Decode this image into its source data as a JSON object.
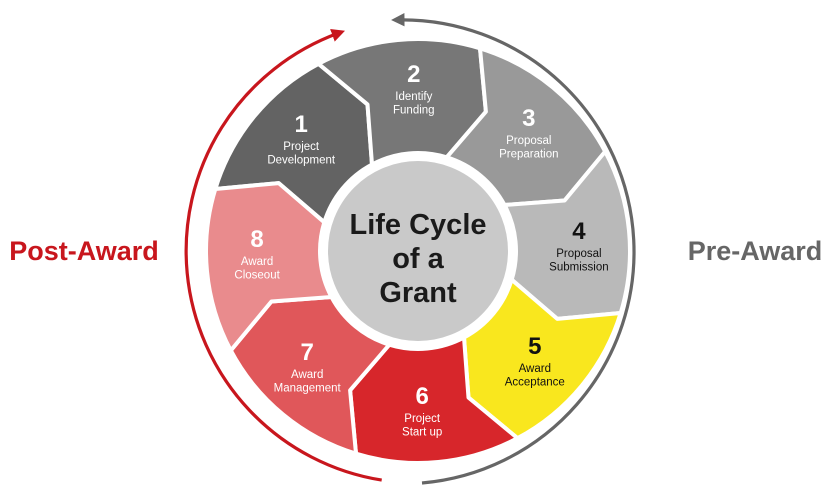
{
  "center": {
    "lines": [
      "Life Cycle",
      "of a",
      "Grant"
    ]
  },
  "phases": {
    "post_award": {
      "label": "Post-Award",
      "color": "#c8161d"
    },
    "pre_award": {
      "label": "Pre-Award",
      "color": "#666666"
    }
  },
  "steps": [
    {
      "number": "1",
      "label_lines": [
        "Project",
        "Development"
      ],
      "fill": "#636363",
      "text_color": "#ffffff"
    },
    {
      "number": "2",
      "label_lines": [
        "Identify",
        "Funding"
      ],
      "fill": "#777777",
      "text_color": "#ffffff"
    },
    {
      "number": "3",
      "label_lines": [
        "Proposal",
        "Preparation"
      ],
      "fill": "#999999",
      "text_color": "#ffffff"
    },
    {
      "number": "4",
      "label_lines": [
        "Proposal",
        "Submission"
      ],
      "fill": "#b9b9b9",
      "text_color": "#111111"
    },
    {
      "number": "5",
      "label_lines": [
        "Award",
        "Acceptance"
      ],
      "fill": "#f9e71e",
      "text_color": "#111111"
    },
    {
      "number": "6",
      "label_lines": [
        "Project",
        "Start up"
      ],
      "fill": "#d7262b",
      "text_color": "#ffffff"
    },
    {
      "number": "7",
      "label_lines": [
        "Award",
        "Management"
      ],
      "fill": "#e0575a",
      "text_color": "#ffffff"
    },
    {
      "number": "8",
      "label_lines": [
        "Award",
        "Closeout"
      ],
      "fill": "#e98b8d",
      "text_color": "#ffffff"
    }
  ]
}
